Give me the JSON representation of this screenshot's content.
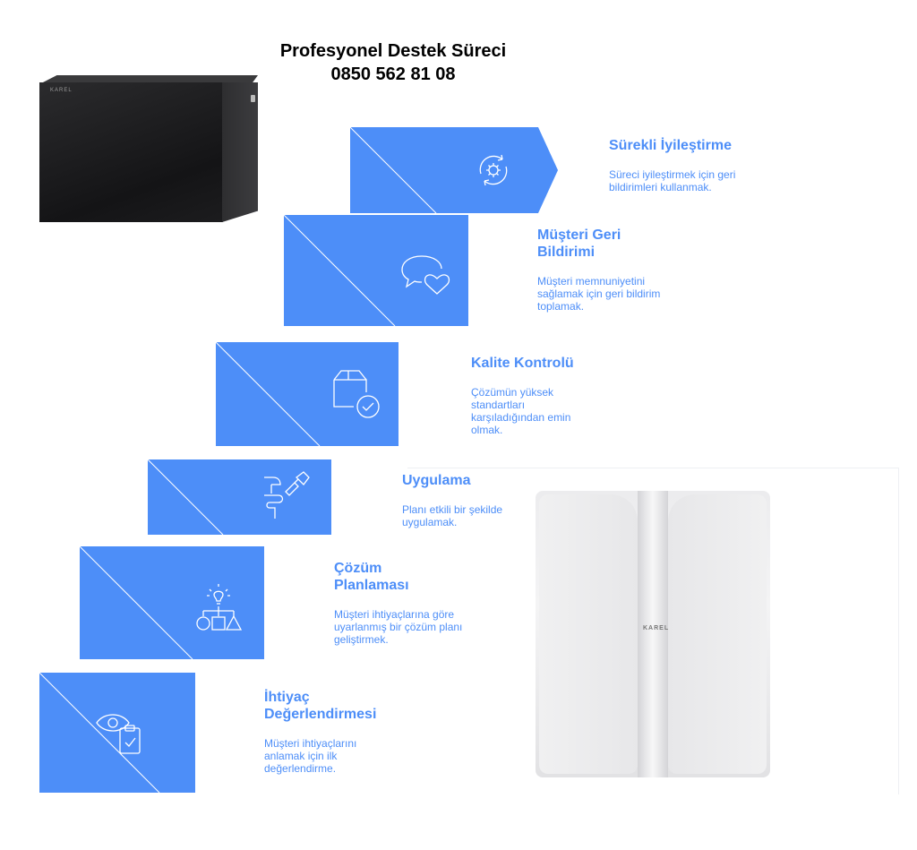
{
  "header": {
    "title": "Profesyonel Destek Süreci",
    "phone": "0850 562 81 08"
  },
  "colors": {
    "accent": "#4d8ef8",
    "text": "#000000"
  },
  "products": {
    "cabinet_logo": "KAREL",
    "white_box_logo": "KAREL"
  },
  "steps": [
    {
      "title": "Sürekli İyileştirme",
      "desc": "Süreci iyileştirmek için geri bildirimleri kullanmak.",
      "icon": "cycle-gear-icon"
    },
    {
      "title": "Müşteri Geri Bildirimi",
      "desc": "Müşteri memnuniyetini sağlamak için geri bildirim toplamak.",
      "icon": "chat-heart-icon"
    },
    {
      "title": "Kalite Kontrolü",
      "desc": "Çözümün yüksek standartları karşıladığından emin olmak.",
      "icon": "box-check-icon"
    },
    {
      "title": "Uygulama",
      "desc": "Planı etkili bir şekilde uygulamak.",
      "icon": "tools-icon"
    },
    {
      "title": "Çözüm Planlaması",
      "desc": "Müşteri ihtiyaçlarına göre uyarlanmış bir çözüm planı geliştirmek.",
      "icon": "bulb-flowchart-icon"
    },
    {
      "title": "İhtiyaç Değerlendirmesi",
      "desc": "Müşteri ihtiyaçlarını anlamak için ilk değerlendirme.",
      "icon": "eye-clipboard-icon"
    }
  ]
}
